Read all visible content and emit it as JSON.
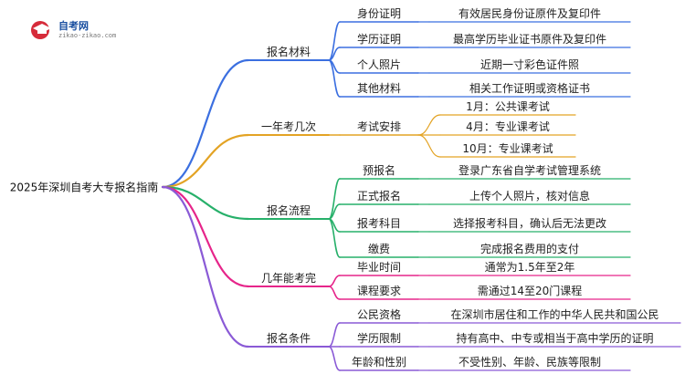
{
  "logo": {
    "title": "自考网",
    "url": "zikao-zikao.com"
  },
  "root": "2025年深圳自考大专报名指南",
  "colors": {
    "blue": "#3b6fe0",
    "orange": "#e3a324",
    "green": "#27b06a",
    "magenta": "#e6258a",
    "violet": "#8a5ad6"
  },
  "branches": [
    {
      "label": "报名材料",
      "color": "blue",
      "children": [
        {
          "label": "身份证明",
          "leaf": "有效居民身份证原件及复印件"
        },
        {
          "label": "学历证明",
          "leaf": "最高学历毕业证书原件及复印件"
        },
        {
          "label": "个人照片",
          "leaf": "近期一寸彩色证件照"
        },
        {
          "label": "其他材料",
          "leaf": "相关工作证明或资格证书"
        }
      ]
    },
    {
      "label": "一年考几次",
      "color": "orange",
      "children": [
        {
          "label": "考试安排",
          "leaves": [
            "1月：公共课考试",
            "4月：专业课考试",
            "10月：专业课考试"
          ]
        }
      ]
    },
    {
      "label": "报名流程",
      "color": "green",
      "children": [
        {
          "label": "预报名",
          "leaf": "登录广东省自学考试管理系统"
        },
        {
          "label": "正式报名",
          "leaf": "上传个人照片，核对信息"
        },
        {
          "label": "报考科目",
          "leaf": "选择报考科目，确认后无法更改"
        },
        {
          "label": "缴费",
          "leaf": "完成报名费用的支付"
        }
      ]
    },
    {
      "label": "几年能考完",
      "color": "magenta",
      "children": [
        {
          "label": "毕业时间",
          "leaf": "通常为1.5年至2年"
        },
        {
          "label": "课程要求",
          "leaf": "需通过14至20门课程"
        }
      ]
    },
    {
      "label": "报名条件",
      "color": "violet",
      "children": [
        {
          "label": "公民资格",
          "leaf": "在深圳市居住和工作的中华人民共和国公民"
        },
        {
          "label": "学历限制",
          "leaf": "持有高中、中专或相当于高中学历的证明"
        },
        {
          "label": "年龄和性别",
          "leaf": "不受性别、年龄、民族等限制"
        }
      ]
    }
  ]
}
